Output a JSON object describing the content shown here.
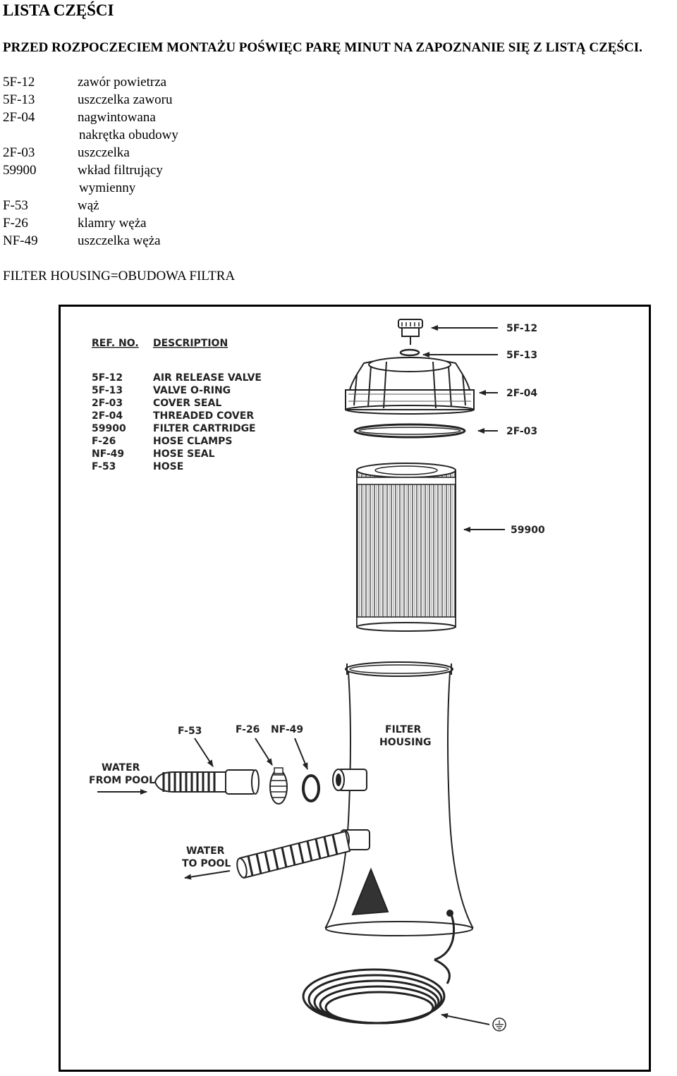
{
  "title": "LISTA CZĘŚCI",
  "intro": "PRZED ROZPOCZECIEM MONTAŻU POŚWIĘC PARĘ MINUT NA ZAPOZNANIE SIĘ Z LISTĄ CZĘŚCI.",
  "parts_pl": [
    {
      "code": "5F-12",
      "desc": "zawór powietrza"
    },
    {
      "code": "5F-13",
      "desc": "uszczelka zaworu"
    },
    {
      "code": "2F-04",
      "desc": "nagwintowana"
    },
    {
      "code": "",
      "desc": "nakrętka obudowy"
    },
    {
      "code": "2F-03",
      "desc": "uszczelka"
    },
    {
      "code": "59900",
      "desc": "wkład filtrujący"
    },
    {
      "code": "",
      "desc": "wymienny"
    },
    {
      "code": "F-53",
      "desc": "wąż"
    },
    {
      "code": "F-26",
      "desc": "klamry węża"
    },
    {
      "code": "NF-49",
      "desc": "uszczelka węża"
    }
  ],
  "housing_note": "FILTER HOUSING=OBUDOWA FILTRA",
  "diagram": {
    "ref_header": "REF. NO.",
    "desc_header": "DESCRIPTION",
    "table": [
      {
        "ref": "5F-12",
        "desc": "AIR RELEASE VALVE"
      },
      {
        "ref": "5F-13",
        "desc": "VALVE O-RING"
      },
      {
        "ref": "2F-03",
        "desc": "COVER SEAL"
      },
      {
        "ref": "2F-04",
        "desc": "THREADED COVER"
      },
      {
        "ref": "59900",
        "desc": "FILTER CARTRIDGE"
      },
      {
        "ref": "F-26",
        "desc": "HOSE CLAMPS"
      },
      {
        "ref": "NF-49",
        "desc": "HOSE SEAL"
      },
      {
        "ref": "F-53",
        "desc": "HOSE"
      }
    ],
    "callouts": {
      "valve": "5F-12",
      "oring": "5F-13",
      "cover": "2F-04",
      "seal": "2F-03",
      "cartridge": "59900",
      "hose": "F-53",
      "clamps": "F-26",
      "hose_seal": "NF-49"
    },
    "filter_housing_1": "FILTER",
    "filter_housing_2": "HOUSING",
    "water_from_1": "WATER",
    "water_from_2": "FROM POOL",
    "water_to_1": "WATER",
    "water_to_2": "TO POOL"
  }
}
